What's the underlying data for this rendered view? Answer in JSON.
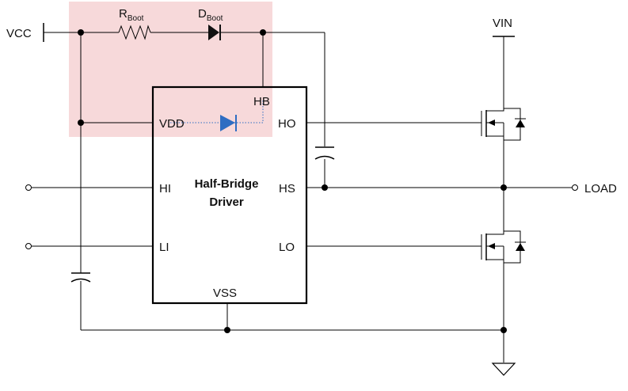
{
  "highlight_color": "#f7d9da",
  "internal_diode_color": "#2f6dc2",
  "labels": {
    "vcc": "VCC",
    "r_boot_main": "R",
    "r_boot_sub": "Boot",
    "d_boot_main": "D",
    "d_boot_sub": "Boot",
    "vin": "VIN",
    "load": "LOAD"
  },
  "chip": {
    "title_line1": "Half-Bridge",
    "title_line2": "Driver",
    "pins": {
      "hb": "HB",
      "vdd": "VDD",
      "ho": "HO",
      "hi": "HI",
      "hs": "HS",
      "li": "LI",
      "lo": "LO",
      "vss": "VSS"
    }
  }
}
